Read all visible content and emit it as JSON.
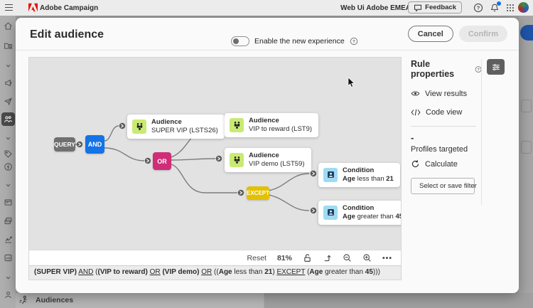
{
  "topbar": {
    "app_name": "Adobe Campaign",
    "env_label": "Web Ui Adobe EMEA",
    "feedback_label": "Feedback",
    "icons": [
      "menu-icon",
      "adobe-logo",
      "help-icon",
      "bell-icon",
      "app-switcher-icon",
      "avatar"
    ]
  },
  "sidebar": {
    "icons": [
      "home",
      "folder-search",
      "chevron-down",
      "megaphone",
      "send",
      "audiences",
      "chevron-down",
      "price-tag",
      "offer",
      "chevron-down",
      "content-card",
      "stack",
      "chart",
      "ab-badge",
      "chevron-down",
      "person"
    ],
    "active_icon": "audiences",
    "bottom_item_label": "Audiences"
  },
  "modal": {
    "title": "Edit audience",
    "experience_toggle": {
      "label": "Enable the new experience",
      "state": "off"
    },
    "cancel_label": "Cancel",
    "confirm_label": "Confirm"
  },
  "canvas": {
    "nodes": [
      {
        "id": "query",
        "label": "QUERY",
        "color": "#707070"
      },
      {
        "id": "and",
        "label": "AND",
        "color": "#1473e6"
      },
      {
        "id": "or",
        "label": "OR",
        "color": "#cf2d78"
      },
      {
        "id": "except",
        "label": "EXCEPT",
        "color": "#e3c000"
      }
    ],
    "cards": [
      {
        "type": "Audience",
        "segments": [
          {
            "t": "SUPER VIP (LSTS26)",
            "s": "n"
          }
        ]
      },
      {
        "type": "Audience",
        "segments": [
          {
            "t": "VIP to reward (LST9)",
            "s": "n"
          }
        ]
      },
      {
        "type": "Audience",
        "segments": [
          {
            "t": "VIP demo (LST59)",
            "s": "n"
          }
        ]
      },
      {
        "type": "Condition",
        "segments": [
          {
            "t": "Age",
            "s": "b"
          },
          {
            "t": " less than ",
            "s": "n"
          },
          {
            "t": "21",
            "s": "b"
          }
        ]
      },
      {
        "type": "Condition",
        "segments": [
          {
            "t": "Age",
            "s": "b"
          },
          {
            "t": " greater than ",
            "s": "n"
          },
          {
            "t": "45",
            "s": "b"
          }
        ]
      }
    ],
    "toolbar": {
      "reset_label": "Reset",
      "zoom_level": "81%",
      "more_label": "•••",
      "icons": [
        "unlock-icon",
        "fit-view-icon",
        "zoom-out-icon",
        "zoom-in-icon",
        "more-icon"
      ]
    },
    "formula_segments": [
      {
        "t": "(SUPER VIP)",
        "s": "b"
      },
      {
        "t": " ",
        "s": "n"
      },
      {
        "t": "AND",
        "s": "u"
      },
      {
        "t": " (",
        "s": "n"
      },
      {
        "t": "(VIP to reward)",
        "s": "b"
      },
      {
        "t": " ",
        "s": "n"
      },
      {
        "t": "OR",
        "s": "u"
      },
      {
        "t": " ",
        "s": "n"
      },
      {
        "t": "(VIP demo)",
        "s": "b"
      },
      {
        "t": " ",
        "s": "n"
      },
      {
        "t": "OR",
        "s": "u"
      },
      {
        "t": " ((",
        "s": "n"
      },
      {
        "t": "Age",
        "s": "b"
      },
      {
        "t": " less than ",
        "s": "n"
      },
      {
        "t": "21",
        "s": "b"
      },
      {
        "t": ") ",
        "s": "n"
      },
      {
        "t": "EXCEPT",
        "s": "u"
      },
      {
        "t": " (",
        "s": "n"
      },
      {
        "t": "Age",
        "s": "b"
      },
      {
        "t": " greater than ",
        "s": "n"
      },
      {
        "t": "45",
        "s": "b"
      },
      {
        "t": ")))",
        "s": "n"
      }
    ]
  },
  "rule_panel": {
    "title": "Rule properties",
    "view_results_label": "View results",
    "code_view_label": "Code view",
    "profiles_count": "-",
    "profiles_label": "Profiles targeted",
    "calculate_label": "Calculate",
    "filter_button_label": "Select or save filter"
  }
}
